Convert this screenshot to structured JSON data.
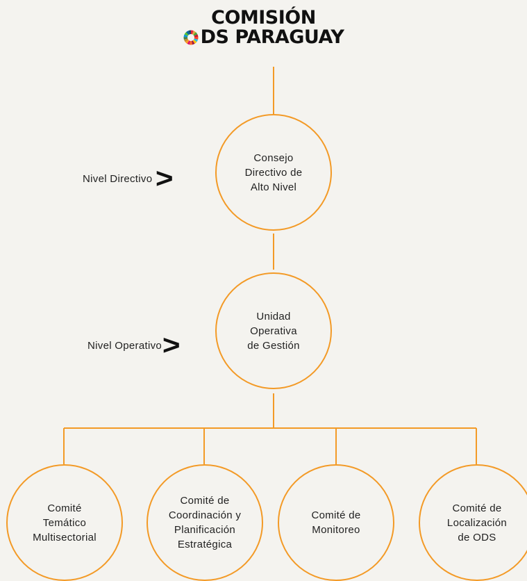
{
  "logo": {
    "line1": "COMISIÓN",
    "line2": "DS PARAGUAY",
    "wheel_colors": [
      "#e5243b",
      "#dda63a",
      "#4c9f38",
      "#c5192d",
      "#ff3a21",
      "#26bde2",
      "#fcc30b",
      "#a21942",
      "#fd6925",
      "#dd1367",
      "#fd9d24",
      "#bf8b2e",
      "#3f7e44",
      "#0a97d9",
      "#56c02b",
      "#00689d",
      "#19486a"
    ]
  },
  "colors": {
    "line": "#f39a26",
    "background": "#f4f3ef"
  },
  "levels": {
    "directivo": "Nivel Directivo",
    "operativo": "Nivel Operativo",
    "chevron": ">"
  },
  "nodes": {
    "consejo": "Consejo\nDirectivo de\nAlto Nivel",
    "unidad": "Unidad\nOperativa\nde Gestión",
    "tematico": "Comité\nTemático\nMultisectorial",
    "coordinacion": "Comité de\nCoordinación y\nPlanificación\nEstratégica",
    "monitoreo": "Comité de\nMonitoreo",
    "localizacion": "Comité de\nLocalización\nde ODS"
  }
}
